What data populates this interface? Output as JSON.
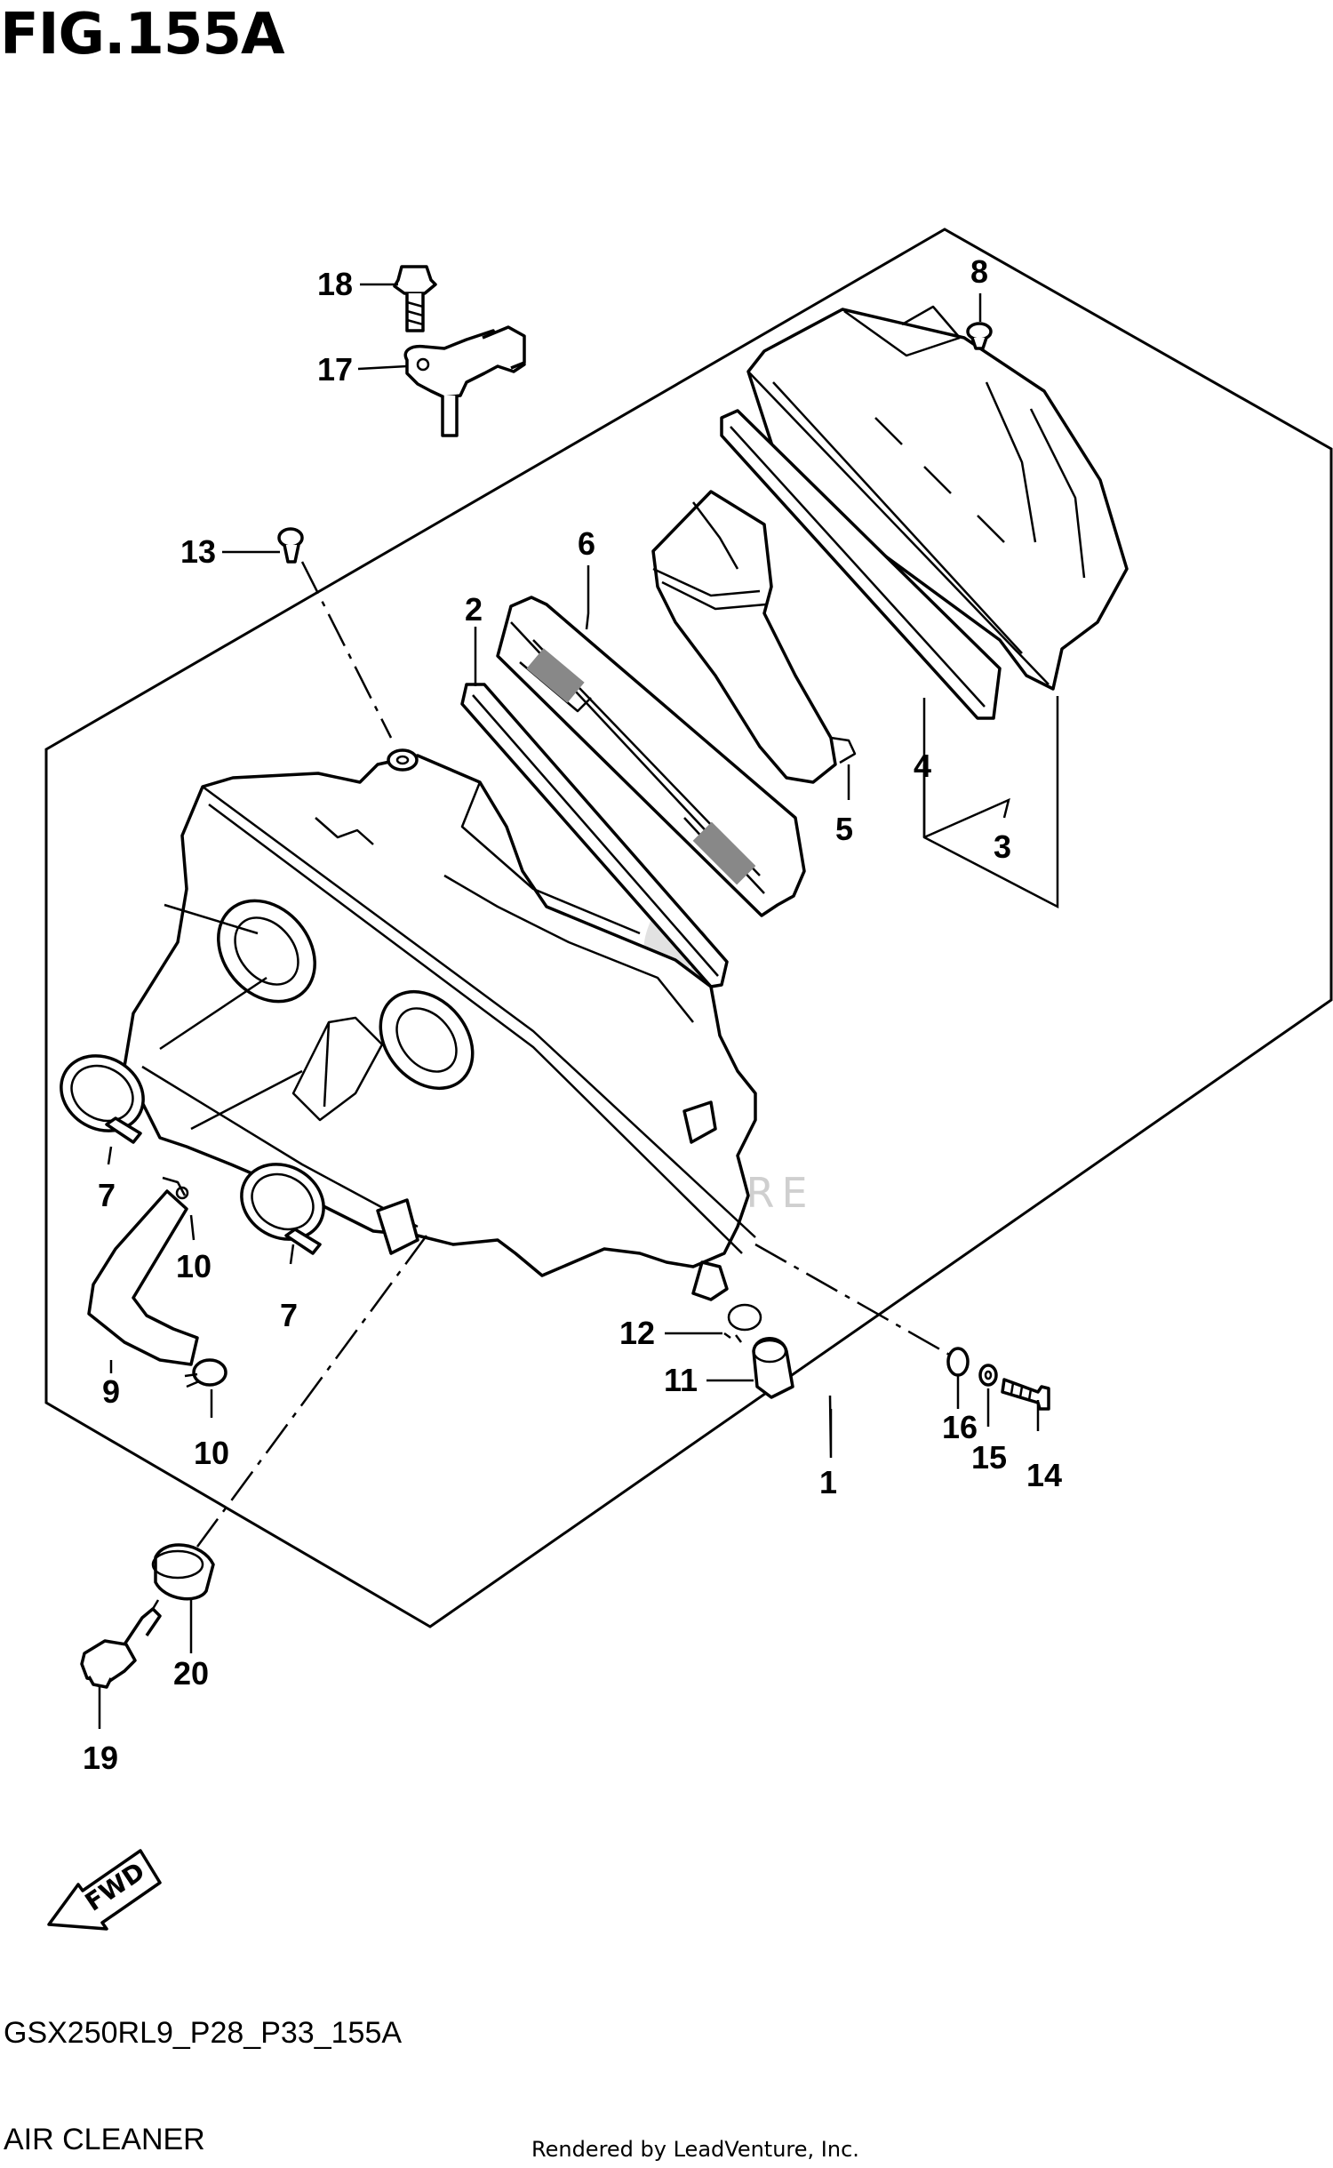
{
  "figure": {
    "title": "FIG.155A",
    "model_code": "GSX250RL9_P28_P33_155A",
    "section_name": "AIR CLEANER",
    "rendered_by": "Rendered by LeadVenture, Inc.",
    "watermark_text": "LEADVENTURE",
    "fwd_label": "FWD"
  },
  "callouts": {
    "c1": "1",
    "c2": "2",
    "c3": "3",
    "c4": "4",
    "c5": "5",
    "c6": "6",
    "c7a": "7",
    "c7b": "7",
    "c8": "8",
    "c9": "9",
    "c10a": "10",
    "c10b": "10",
    "c11": "11",
    "c12": "12",
    "c13": "13",
    "c14": "14",
    "c15": "15",
    "c16": "16",
    "c17": "17",
    "c18": "18",
    "c19": "19",
    "c20": "20"
  },
  "colors": {
    "line": "#000000",
    "background": "#ffffff",
    "watermark": "#cfcfcf"
  }
}
